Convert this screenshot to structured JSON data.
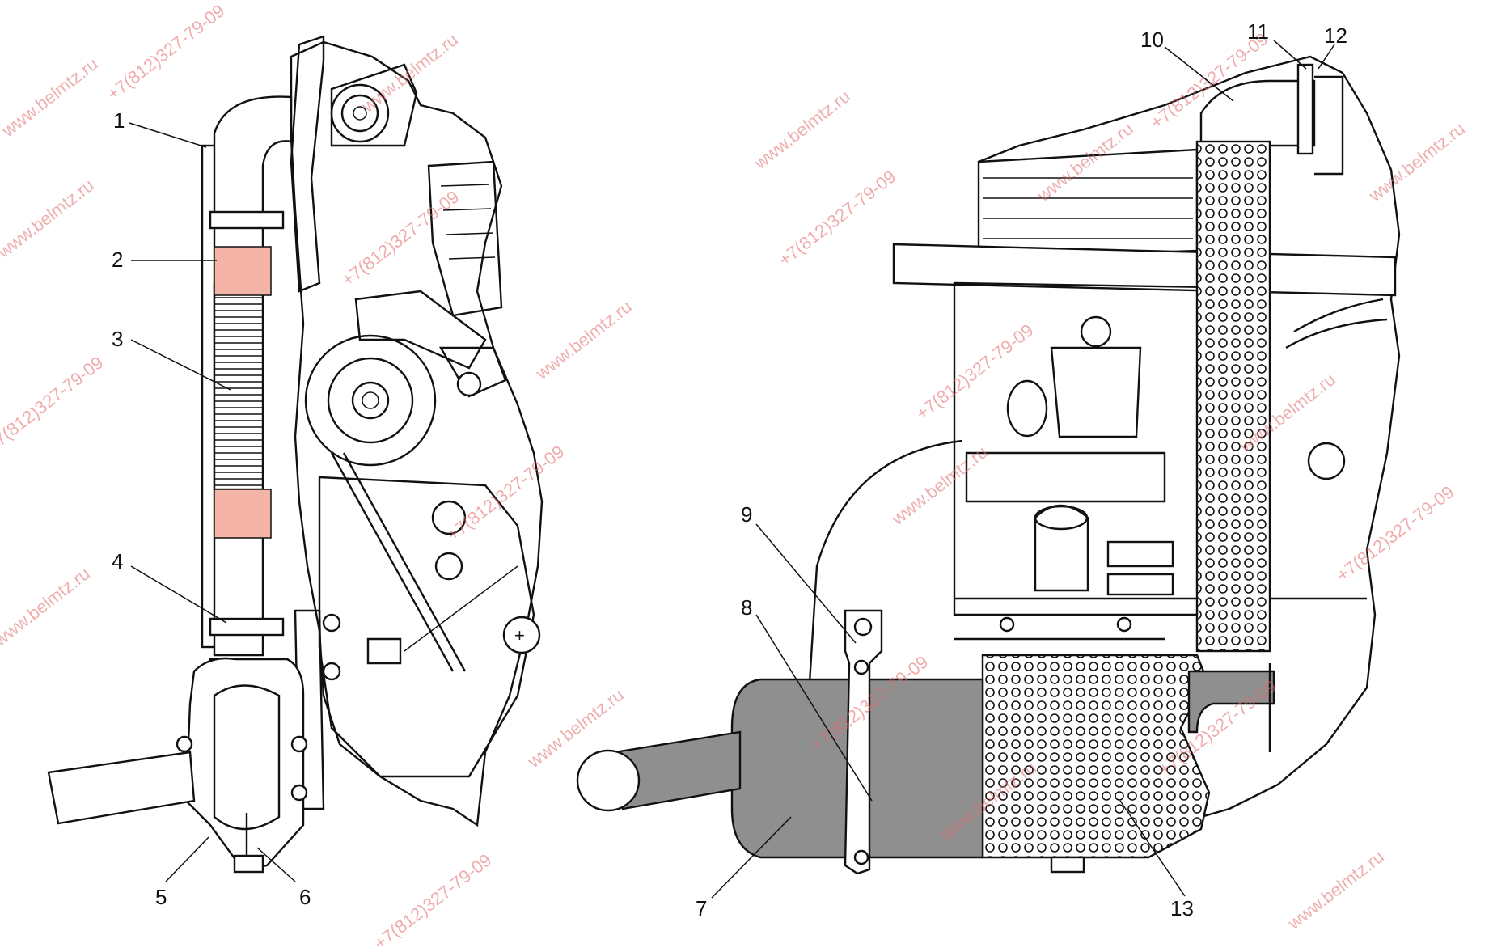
{
  "callouts": {
    "c1": "1",
    "c2": "2",
    "c3": "3",
    "c4": "4",
    "c5": "5",
    "c6": "6",
    "c7": "7",
    "c8": "8",
    "c9": "9",
    "c10": "10",
    "c11": "11",
    "c12": "12",
    "c13": "13"
  },
  "watermarks": {
    "url": "www.belmtz.ru",
    "phone": "+7(812)327-79-09"
  },
  "colors": {
    "line": "#111111",
    "muffler": "#8f8f8f",
    "clamp_highlight": "#f4b4a8",
    "watermark": "#e07070"
  }
}
